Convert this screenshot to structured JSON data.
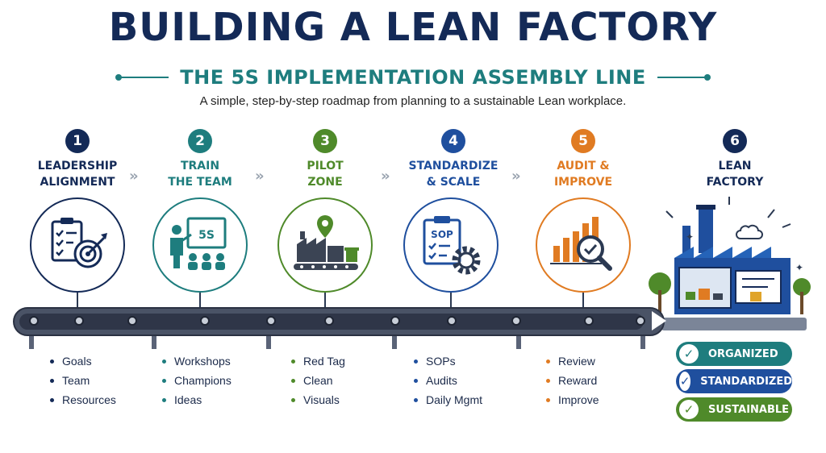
{
  "header": {
    "title": "BUILDING A LEAN FACTORY",
    "subtitle": "THE 5S IMPLEMENTATION ASSEMBLY LINE",
    "tagline": "A simple, step-by-step roadmap from planning to a sustainable Lean workplace."
  },
  "arrows": {
    "chevrons": "»"
  },
  "steps": [
    {
      "number": "1",
      "title_line1": "LEADERSHIP",
      "title_line2": "ALIGNMENT",
      "color": "#142a57",
      "icon": "checklist-target-icon",
      "bullets": [
        "Goals",
        "Team",
        "Resources"
      ]
    },
    {
      "number": "2",
      "title_line1": "TRAIN",
      "title_line2": "THE TEAM",
      "color": "#1e7d7e",
      "icon": "training-board-icon",
      "board_text": "5S",
      "bullets": [
        "Workshops",
        "Champions",
        "Ideas"
      ]
    },
    {
      "number": "3",
      "title_line1": "PILOT",
      "title_line2": "ZONE",
      "color": "#4f8a2a",
      "icon": "factory-pin-icon",
      "bullets": [
        "Red Tag",
        "Clean",
        "Visuals"
      ]
    },
    {
      "number": "4",
      "title_line1": "STANDARDIZE",
      "title_line2": "& SCALE",
      "color": "#1f4f9e",
      "icon": "sop-gear-icon",
      "board_text": "SOP",
      "bullets": [
        "SOPs",
        "Audits",
        "Daily Mgmt"
      ]
    },
    {
      "number": "5",
      "title_line1": "AUDIT &",
      "title_line2": "IMPROVE",
      "color": "#e07b22",
      "icon": "chart-magnifier-icon",
      "bullets": [
        "Review",
        "Reward",
        "Improve"
      ]
    },
    {
      "number": "6",
      "title_line1": "LEAN",
      "title_line2": "FACTORY",
      "color": "#142a57",
      "icon": "lean-factory-icon"
    }
  ],
  "outcomes": [
    {
      "label": "ORGANIZED",
      "color": "#1e7d7e"
    },
    {
      "label": "STANDARDIZED",
      "color": "#1f4f9e"
    },
    {
      "label": "SUSTAINABLE",
      "color": "#4f8a2a"
    }
  ]
}
